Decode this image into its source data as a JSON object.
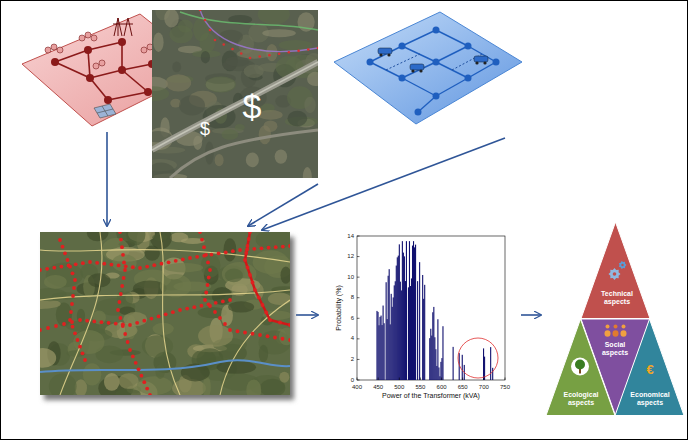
{
  "diagram": {
    "nodes": [
      {
        "text": [
          "$",
          "$"
        ]
      },
      {
        "text": [
          "Probability (%)",
          "Power of the Transformer (kVA)"
        ]
      },
      {
        "text": [
          "Technical aspects"
        ]
      },
      {
        "text": [
          "Social aspects"
        ]
      },
      {
        "text": [
          "Ecological aspects"
        ]
      },
      {
        "text": [
          "€",
          "Economical aspects"
        ]
      }
    ],
    "labels": [
      "0",
      "2",
      "4",
      "6",
      "8",
      "10",
      "12",
      "14",
      "400",
      "450",
      "500",
      "550",
      "600",
      "650",
      "700",
      "750"
    ]
  }
}
